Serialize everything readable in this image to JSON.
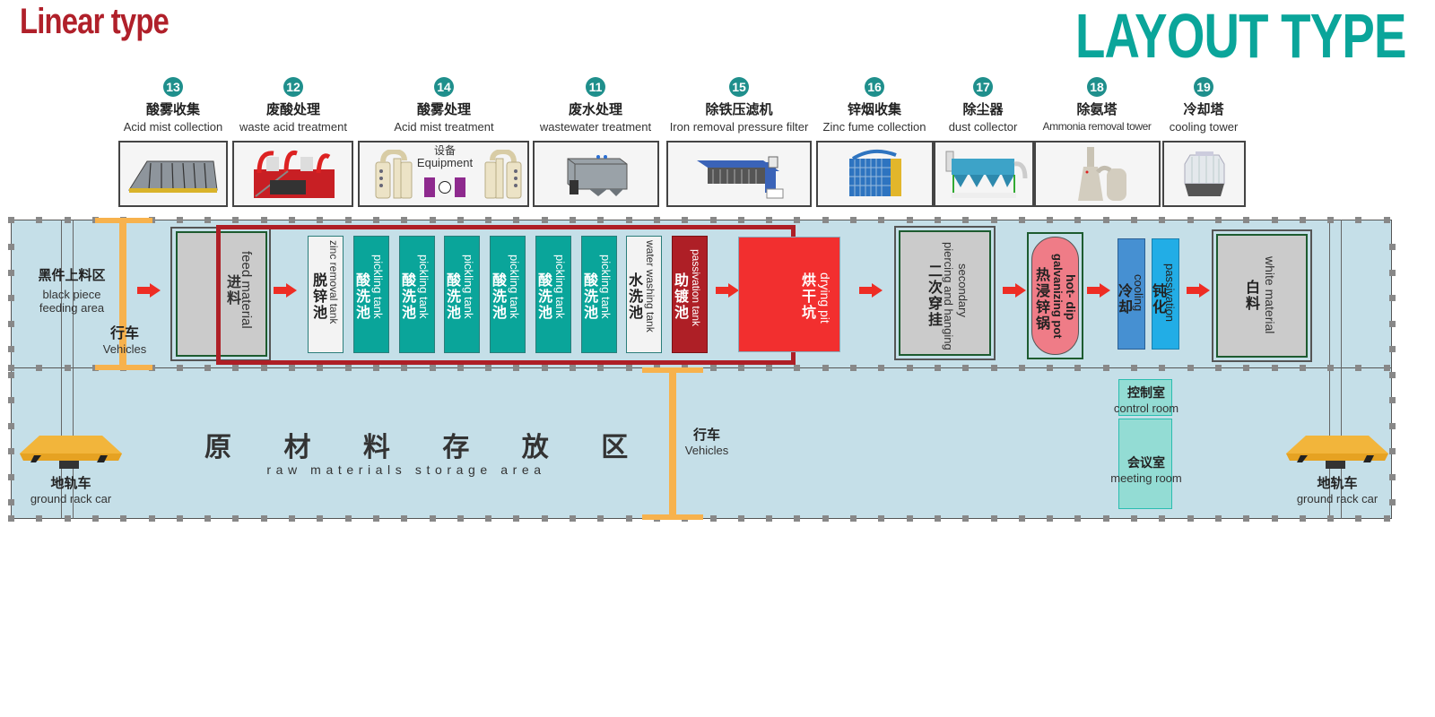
{
  "header": {
    "title_left": "Linear type",
    "title_right": "LAYOUT TYPE"
  },
  "colors": {
    "title_left": "#b0202a",
    "title_right": "#0aa59a",
    "number_badge": "#1f8f8c",
    "floor": "#c5dfe8",
    "pickling_tank": "#0aa59a",
    "passivation_tank": "#ae1f26",
    "drying_pit": "#f22f2f",
    "galvanizing_pot": "#ef7c87",
    "cooling": "#4690d2",
    "passivation": "#22ade6",
    "crane": "#f7b24d",
    "flow_arrow": "#ee2d24",
    "process_frame": "#ae1f26",
    "room": "#93dcd4"
  },
  "equipment": [
    {
      "number": "13",
      "cn": "酸雾收集",
      "en": "Acid mist collection",
      "image": "acid-mist-collection-photo"
    },
    {
      "number": "12",
      "cn": "废酸处理",
      "en": "waste acid treatment",
      "image": "waste-acid-treatment-photo"
    },
    {
      "number": "14",
      "cn": "酸雾处理",
      "en": "Acid mist treatment",
      "image": "acid-mist-treatment-photo",
      "inner_cn": "设备",
      "inner_en": "Equipment"
    },
    {
      "number": "11",
      "cn": "废水处理",
      "en": "wastewater treatment",
      "image": "wastewater-treatment-photo"
    },
    {
      "number": "15",
      "cn": "除铁压滤机",
      "en": "Iron removal pressure filter",
      "image": "pressure-filter-photo"
    },
    {
      "number": "16",
      "cn": "锌烟收集",
      "en": "Zinc fume collection",
      "image": "zinc-fume-collection-photo"
    },
    {
      "number": "17",
      "cn": "除尘器",
      "en": "dust collector",
      "image": "dust-collector-photo"
    },
    {
      "number": "18",
      "cn": "除氨塔",
      "en": "Ammonia removal tower",
      "image": "ammonia-tower-photo"
    },
    {
      "number": "19",
      "cn": "冷却塔",
      "en": "cooling tower",
      "image": "cooling-tower-photo"
    }
  ],
  "floor": {
    "feeding_area": {
      "cn": "黑件上料区",
      "en1": "black piece",
      "en2": "feeding area"
    },
    "crane_left": {
      "cn": "行车",
      "en": "Vehicles"
    },
    "crane_middle": {
      "cn": "行车",
      "en": "Vehicles"
    },
    "feed": {
      "cn": "进料",
      "en": "feed material"
    },
    "zinc_removal": {
      "cn": "脱锌池",
      "en": "zinc removal tank"
    },
    "pickling_tanks": [
      {
        "cn": "酸洗池",
        "en": "pickling tank"
      },
      {
        "cn": "酸洗池",
        "en": "pickling tank"
      },
      {
        "cn": "酸洗池",
        "en": "pickling tank"
      },
      {
        "cn": "酸洗池",
        "en": "pickling tank"
      },
      {
        "cn": "酸洗池",
        "en": "pickling tank"
      },
      {
        "cn": "酸洗池",
        "en": "pickling tank"
      }
    ],
    "water_washing": {
      "cn": "水洗池",
      "en": "water washing tank"
    },
    "passivation_tank": {
      "cn": "助镀池",
      "en": "passivation tank"
    },
    "drying_pit": {
      "cn": "烘干坑",
      "en": "drying pit"
    },
    "secondary": {
      "cn": "二次穿挂",
      "en1": "secondary",
      "en2": "piercing and hanging"
    },
    "galvanizing": {
      "cn": "热浸锌锅",
      "en1": "hot- dip",
      "en2": "galvanizing pot"
    },
    "cooling": {
      "cn": "冷却",
      "en": "cooling"
    },
    "passivation": {
      "cn": "钝化",
      "en": "passivation"
    },
    "white_material": {
      "cn": "白料",
      "en": "white material"
    },
    "storage": {
      "cn": "原 材 料 存 放 区",
      "en": "raw materials storage area"
    },
    "control_room": {
      "cn": "控制室",
      "en": "control room"
    },
    "meeting_room": {
      "cn": "会议室",
      "en": "meeting room"
    },
    "rail_car_left": {
      "cn": "地轨车",
      "en": "ground rack car"
    },
    "rail_car_right": {
      "cn": "地轨车",
      "en": "ground rack car"
    }
  }
}
